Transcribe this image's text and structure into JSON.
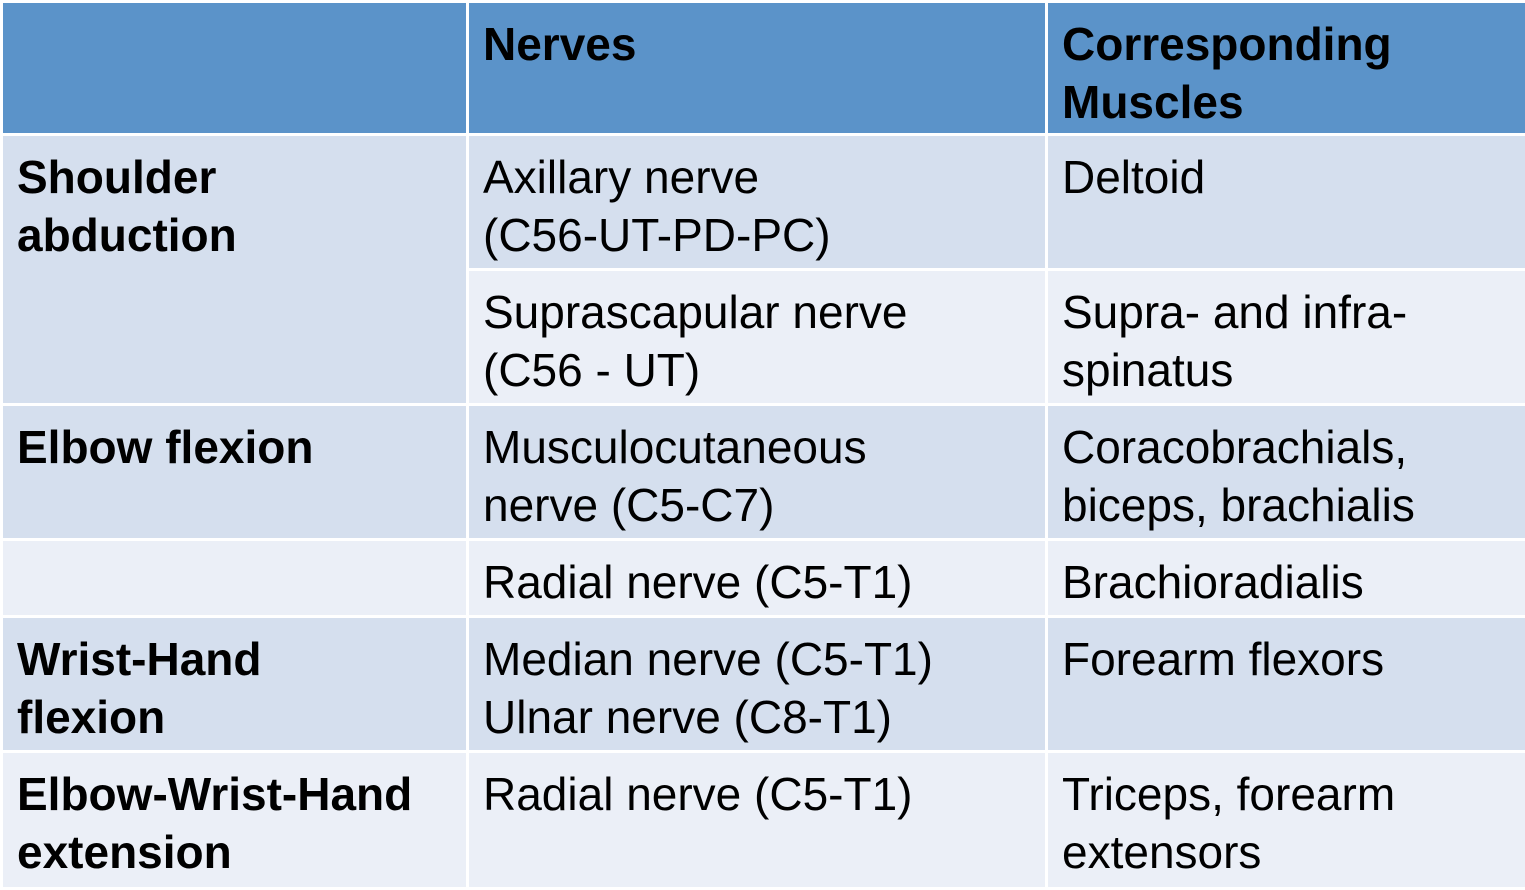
{
  "header": {
    "col1": "",
    "col2": "Nerves",
    "col3_line1": "Corresponding",
    "col3_line2": "Muscles"
  },
  "rows": [
    {
      "movement_line1": "Shoulder",
      "movement_line2": "abduction",
      "nerve_line1": "Axillary nerve",
      "nerve_line2": "(C56-UT-PD-PC)",
      "muscle_line1": "Deltoid",
      "muscle_line2": ""
    },
    {
      "nerve_line1": "Suprascapular nerve",
      "nerve_line2": "(C56 - UT)",
      "muscle_line1": "Supra- and infra-",
      "muscle_line2": "spinatus"
    },
    {
      "movement_line1": "Elbow flexion",
      "nerve_line1": "Musculocutaneous",
      "nerve_line2": "nerve (C5-C7)",
      "muscle_line1": "Coracobrachials,",
      "muscle_line2": "biceps, brachialis"
    },
    {
      "movement_line1": "",
      "nerve_line1": "Radial nerve (C5-T1)",
      "muscle_line1": "Brachioradialis"
    },
    {
      "movement_line1": "Wrist-Hand",
      "movement_line2": "flexion",
      "nerve_line1": "Median nerve (C5-T1)",
      "nerve_line2": "Ulnar nerve (C8-T1)",
      "muscle_line1": "Forearm flexors"
    },
    {
      "movement_line1": "Elbow-Wrist-Hand",
      "movement_line2": "extension",
      "nerve_line1": "Radial nerve (C5-T1)",
      "muscle_line1": "Triceps, forearm",
      "muscle_line2": "extensors"
    }
  ],
  "colors": {
    "header_bg": "#5b93c9",
    "row_dark": "#d5dfee",
    "row_light": "#ebeff7",
    "border": "#ffffff"
  }
}
